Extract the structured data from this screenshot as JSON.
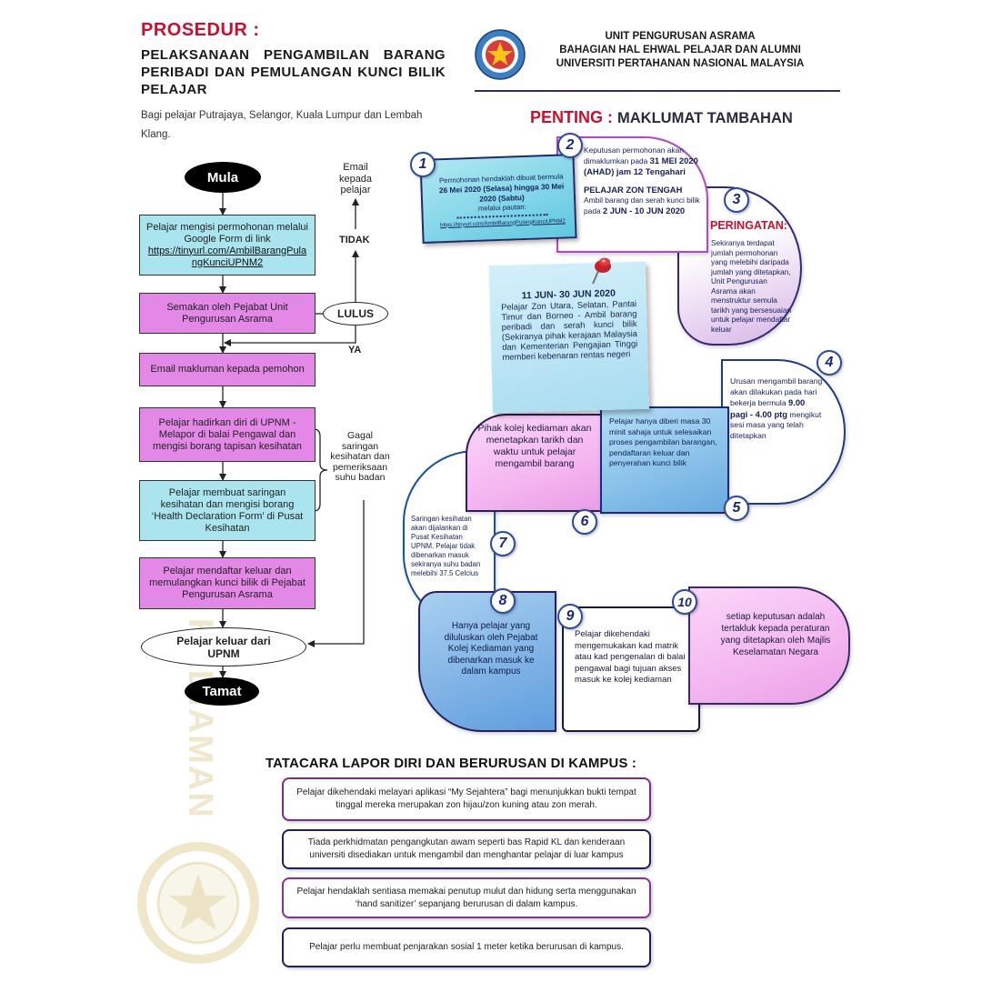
{
  "colors": {
    "red": "#c8102e",
    "cyan": "#a9e4ef",
    "magenta": "#e388e6",
    "navy": "#1f2a6e",
    "purple": "#8a3c9e",
    "pink": "#f4b6f0"
  },
  "header": {
    "prosedur": "PROSEDUR :",
    "title": "PELAKSANAAN PENGAMBILAN BARANG PERIBADI DAN PEMULANGAN KUNCI BILIK PELAJAR",
    "subtitle": "Bagi pelajar Putrajaya, Selangor, Kuala Lumpur dan Lembah Klang.",
    "org": [
      "UNIT PENGURUSAN ASRAMA",
      "BAHAGIAN HAL EHWAL PELAJAR DAN ALUMNI",
      "UNIVERSITI PERTAHANAN NASIONAL MALAYSIA"
    ],
    "penting": "PENTING :",
    "maklumat": "MAKLUMAT TAMBAHAN"
  },
  "flow": {
    "start": "Mula",
    "step1": "Pelajar mengisi permohonan melalui Google Form di link",
    "step1_link": "https://tinyurl.com/AmbilBarangPulangKunciUPNM2",
    "step2": "Semakan oleh Pejabat Unit Pengurusan Asrama",
    "decision": "LULUS",
    "no_label": "TIDAK",
    "no_result": "Email kepada pelajar",
    "yes_label": "YA",
    "step3": "Email makluman kepada pemohon",
    "step4": "Pelajar hadirkan diri di UPNM - Melapor di balai Pengawal dan mengisi borang tapisan kesihatan",
    "step5": "Pelajar membuat saringan kesihatan dan mengisi borang ‘Health Declaration Form’ di Pusat Kesihatan",
    "fail_label": "Gagal saringan kesihatan dan pemeriksaan suhu badan",
    "step6": "Pelajar mendaftar keluar dan memulangkan kunci bilik di Pejabat Pengurusan Asrama",
    "exit": "Pelajar keluar dari UPNM",
    "end": "Tamat"
  },
  "info": {
    "s1": {
      "num": "1",
      "t1": "Permohonan hendaklah dibuat bermula ",
      "b1": "26 Mei 2020 (Selasa) hingga 30 Mei 2020 (Sabtu)",
      "t2": "melalui pautan:",
      "url": "https://tinyurl.com/AmbilBarangPulangKunciUPNM2"
    },
    "s2": {
      "num": "2",
      "t1": "Keputusan permohonan akan dimaklumkan pada ",
      "b1": "31 MEI 2020 (AHAD) jam 12 Tengahari",
      "b2": "PELAJAR ZON TENGAH",
      "t2": " Ambil barang dan serah kunci bilik pada ",
      "b3": "2 JUN - 10 JUN 2020"
    },
    "note": {
      "b1": "11 JUN- 30 JUN 2020",
      "t1": "Pelajar Zon Utara, Selatan, Pantai Timur dan Borneo - Ambil barang peribadi dan serah kunci bilik (Sekiranya pihak kerajaan Malaysia dan Kementerian Pengajian Tinggi memberi kebenaran rentas negeri"
    },
    "s3": {
      "num": "3",
      "heading": "PERINGATAN:",
      "t1": "Sekiranya terdapat jumlah permohonan yang melebihi daripada jumlah yang ditetapkan, Unit Pengurusan Asrama akan menstruktur semula tarikh yang bersesuaian untuk pelajar mendaftar keluar"
    },
    "s4": {
      "num": "4",
      "t1": "Urusan mengambil barang akan dilakukan pada hari bekerja bermula ",
      "b1": "9.00 pagi - 4.00 ptg",
      "t2": " mengikut sesi masa yang telah ditetapkan"
    },
    "s5": {
      "num": "5",
      "t1": "Pelajar hanya diberi masa 30 minit sahaja untuk selesaikan proses pengambilan barangan, pendaftaran keluar dan penyerahan kunci bilik"
    },
    "s6": {
      "num": "6",
      "t1": "Pihak kolej kediaman akan menetapkan tarikh dan waktu untuk pelajar mengambil barang"
    },
    "s7": {
      "num": "7",
      "t1": "Saringan kesihatan akan dijalankan di Pusat Kesihatan UPNM. Pelajar tidak dibenarkan masuk sekiranya suhu badan melebihi 37.5 Celcius"
    },
    "s8": {
      "num": "8",
      "t1": "Hanya pelajar yang diluluskan oleh Pejabat Kolej Kediaman yang dibenarkan masuk ke dalam kampus"
    },
    "s9": {
      "num": "9",
      "t1": "Pelajar dikehendaki mengemukakan kad matrik atau kad pengenalan di balai pengawal bagi tujuan akses masuk ke kolej kediaman"
    },
    "s10": {
      "num": "10",
      "t1": "setiap keputusan adalah tertakluk kepada peraturan yang ditetapkan oleh Majlis Keselamatan Negara"
    }
  },
  "bottom": {
    "title": "TATACARA LAPOR DIRI DAN BERURUSAN DI KAMPUS :",
    "items": [
      "Pelajar dikehendaki melayari aplikasi “My Sejahtera” bagi menunjukkan bukti tempat tinggal mereka merupakan zon hijau/zon kuning atau zon merah.",
      "Tiada perkhidmatan pengangkutan awam seperti bas Rapid KL dan kenderaan universiti disediakan untuk mengambil dan menghantar pelajar di luar kampus",
      "Pelajar hendaklah sentiasa memakai penutup mulut dan hidung serta menggunakan ‘hand sanitizer’ sepanjang berurusan di dalam kampus.",
      "Pelajar perlu membuat penjarakan sosial 1 meter ketika berurusan di kampus."
    ]
  },
  "watermark": {
    "text": "KEDIAMAN"
  }
}
